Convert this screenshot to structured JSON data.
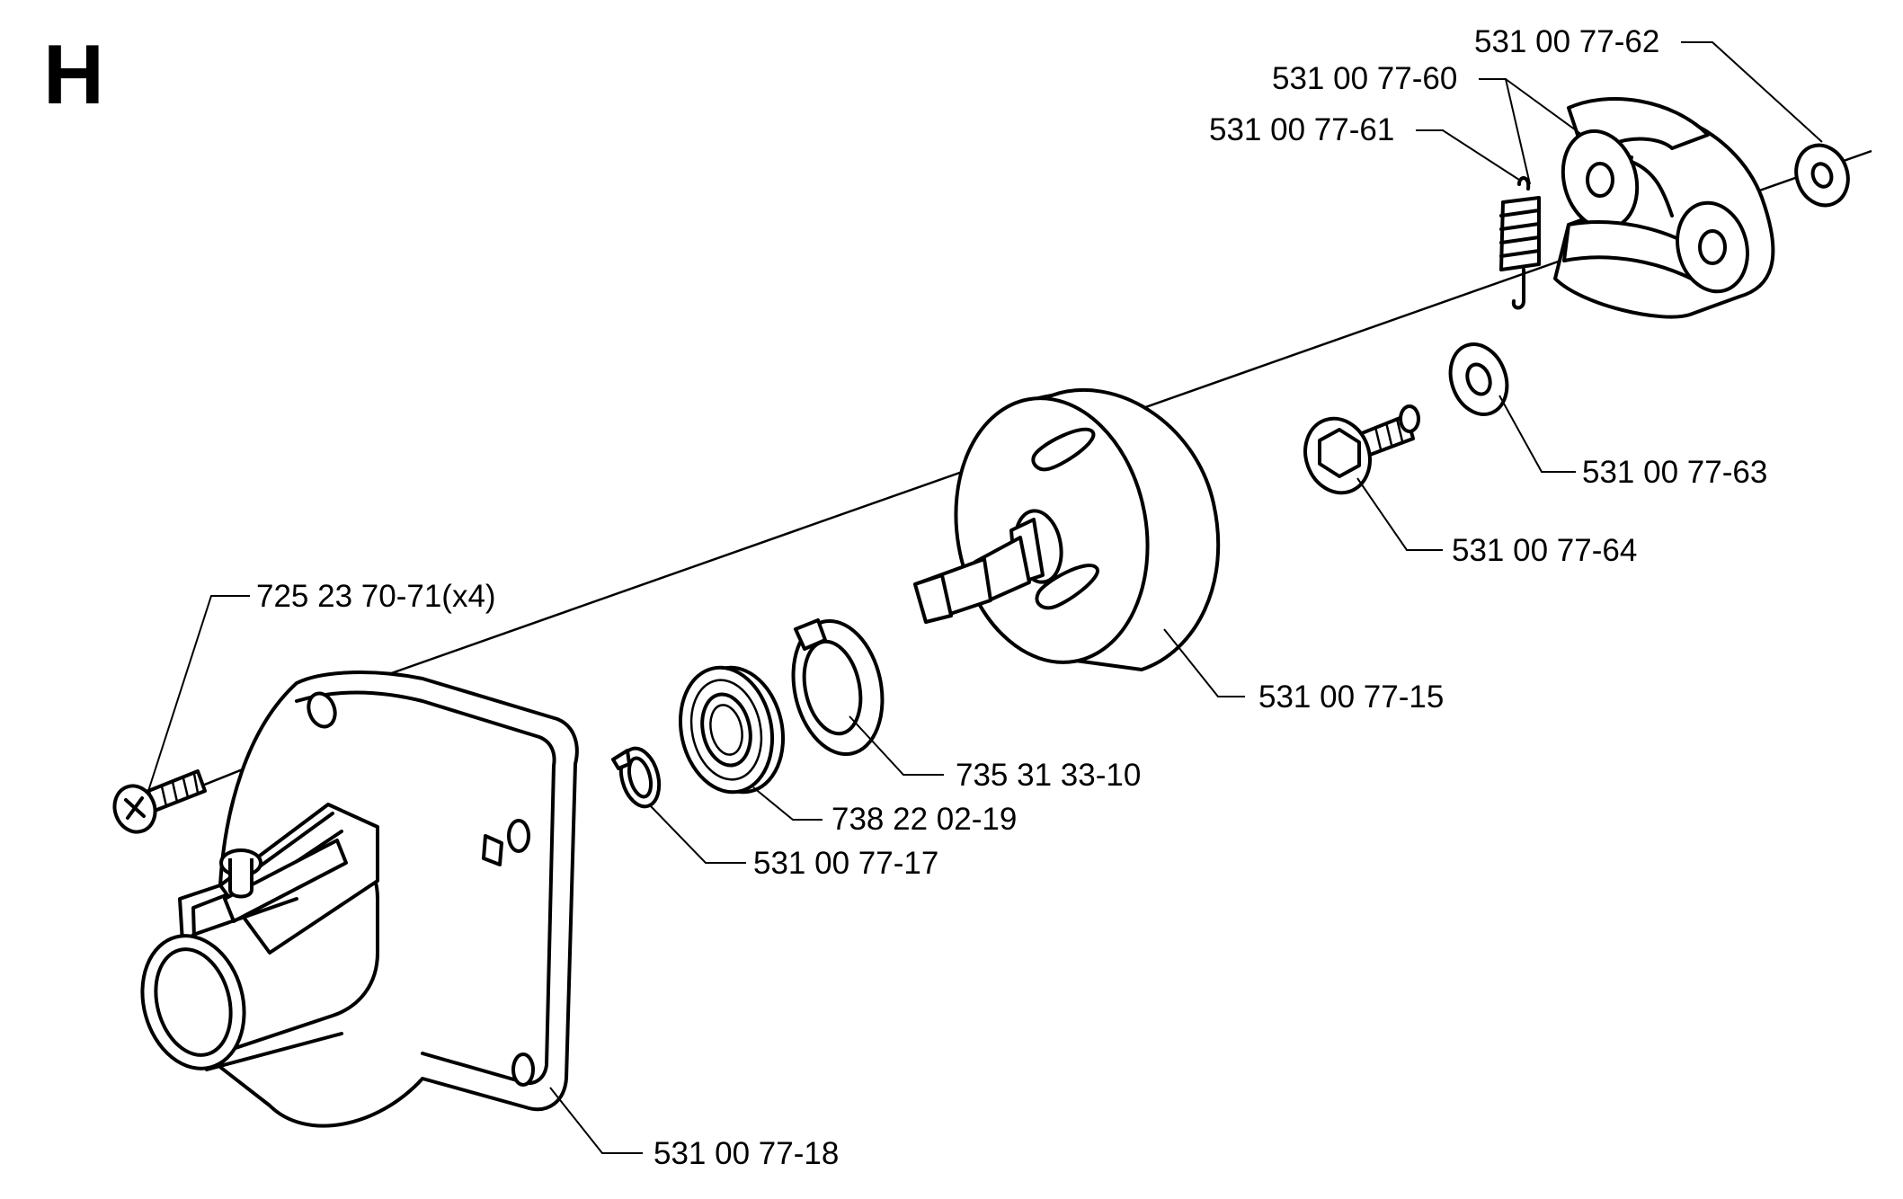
{
  "section": "H",
  "parts": [
    {
      "id": "p62",
      "number": "531 00 77-62"
    },
    {
      "id": "p60",
      "number": "531 00 77-60"
    },
    {
      "id": "p61",
      "number": "531 00 77-61"
    },
    {
      "id": "p63",
      "number": "531 00 77-63"
    },
    {
      "id": "p64",
      "number": "531 00 77-64"
    },
    {
      "id": "p15",
      "number": "531 00 77-15"
    },
    {
      "id": "p71",
      "number": "725 23 70-71(x4)"
    },
    {
      "id": "p10",
      "number": "735 31 33-10"
    },
    {
      "id": "p19",
      "number": "738 22 02-19"
    },
    {
      "id": "p17",
      "number": "531 00 77-17"
    },
    {
      "id": "p18",
      "number": "531 00 77-18"
    }
  ]
}
